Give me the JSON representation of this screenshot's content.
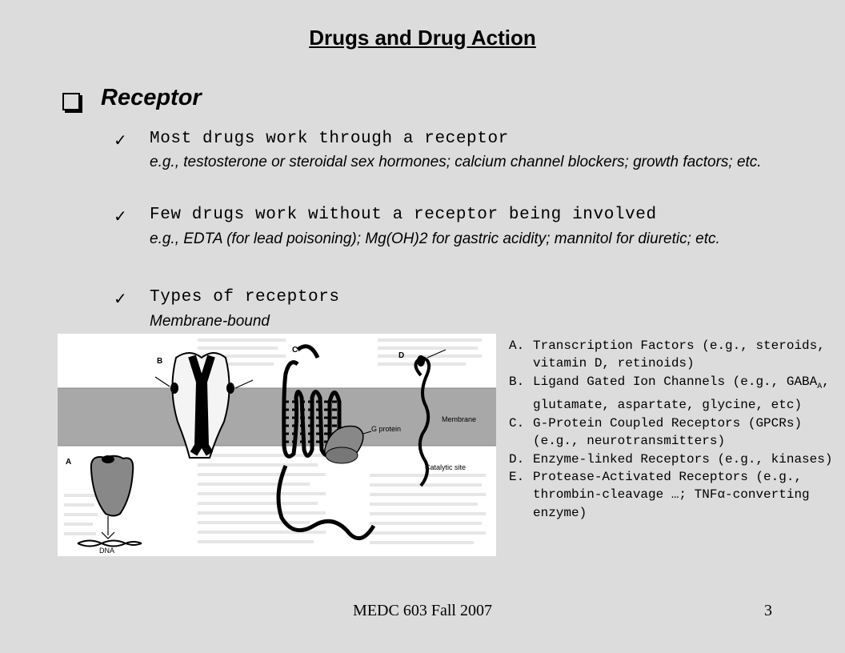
{
  "slide": {
    "title": "Drugs and Drug Action",
    "section": "Receptor",
    "points": [
      {
        "text": "Most drugs work through a receptor",
        "example": "e.g., testosterone or steroidal sex hormones; calcium channel blockers; growth factors; etc."
      },
      {
        "text": "Few drugs work without a receptor being involved",
        "example": "e.g., EDTA (for lead poisoning); Mg(OH)2 for gastric acidity; mannitol for diuretic;  etc."
      },
      {
        "text": "Types of receptors",
        "example": "Membrane-bound"
      }
    ],
    "check_glyph": "✓",
    "figure_labels": {
      "a": "A",
      "b": "B",
      "c": "C",
      "d": "D",
      "membrane": "Membrane",
      "g_protein": "G protein",
      "catalytic": "Catalytic site",
      "dna": "DNA"
    },
    "legend": [
      {
        "letter": "A.",
        "pre": "Transcription Factors (e.g., steroids, vitamin D, retinoids)",
        "sub": "",
        "post": ""
      },
      {
        "letter": "B.",
        "pre": "Ligand Gated Ion Channels (e.g., GABA",
        "sub": "A",
        "post": ", glutamate, aspartate, glycine, etc)"
      },
      {
        "letter": "C.",
        "pre": "G-Protein Coupled Receptors (GPCRs) (e.g., neurotransmitters)",
        "sub": "",
        "post": ""
      },
      {
        "letter": "D.",
        "pre": "Enzyme-linked Receptors (e.g., kinases)",
        "sub": "",
        "post": ""
      },
      {
        "letter": "E.",
        "pre": "Protease-Activated Receptors (e.g., thrombin-cleavage …; TNFα-converting enzyme)",
        "sub": "",
        "post": ""
      }
    ],
    "footer": {
      "course": "MEDC 603 Fall 2007",
      "page": "3"
    }
  }
}
